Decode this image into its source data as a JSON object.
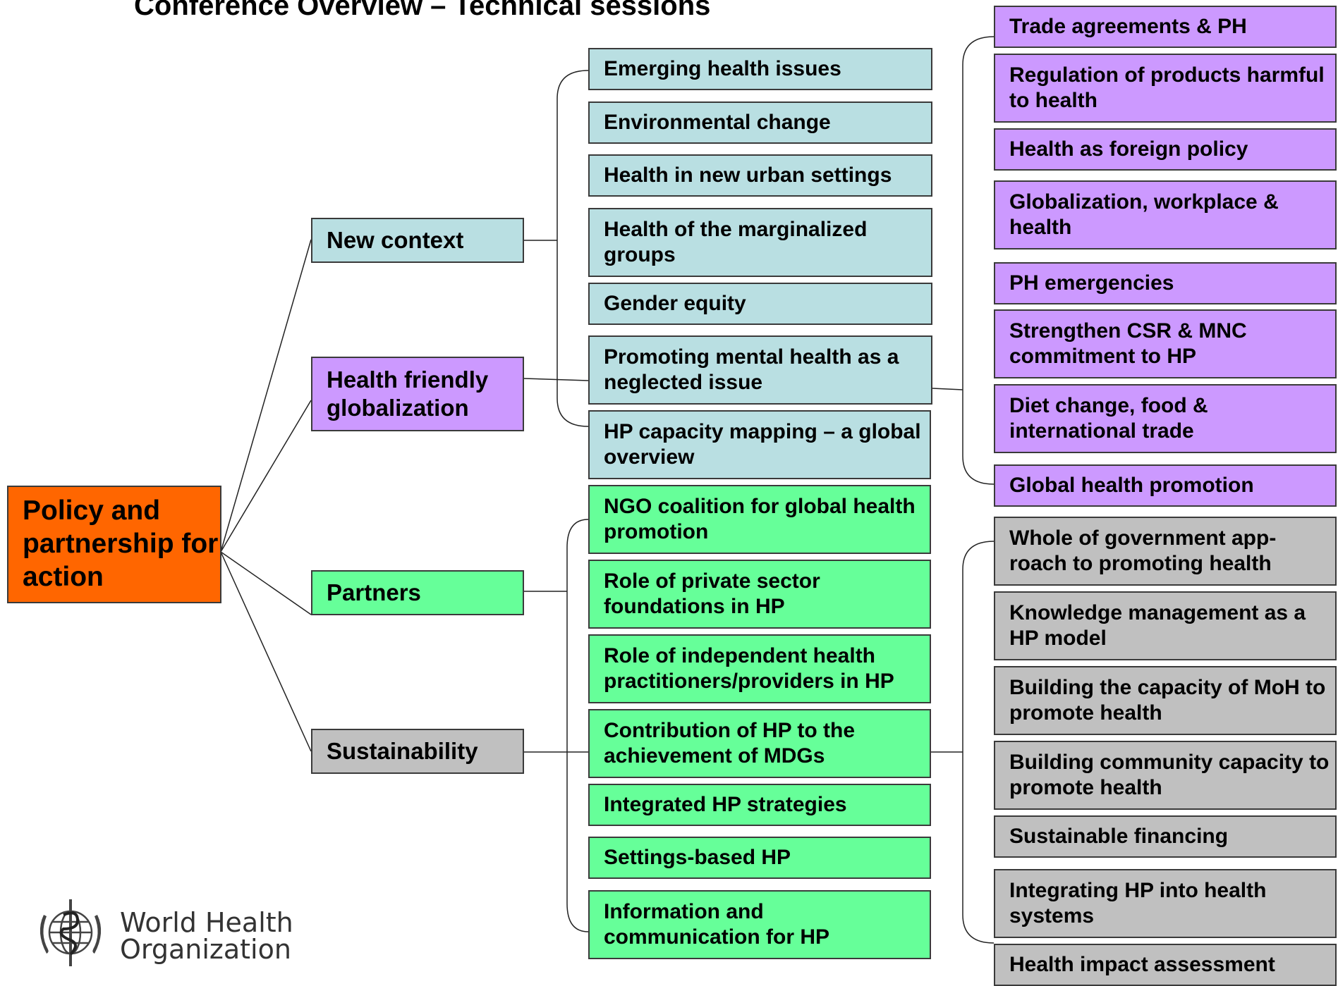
{
  "title": "Conference Overview – Technical sessions",
  "root": "Policy and partnership for action",
  "themes": {
    "new_context": "New context",
    "globalization": "Health friendly globalization",
    "partners": "Partners",
    "sustainability": "Sustainability"
  },
  "new_context_sessions": [
    "Emerging health issues",
    "Environmental change",
    "Health in new urban settings",
    "Health of the marginalized groups",
    "Gender equity",
    "Promoting mental health as a neglected issue",
    "HP capacity mapping – a global overview"
  ],
  "globalization_sessions": [
    "Trade agreements & PH",
    "Regulation of products harmful to health",
    "Health as foreign policy",
    "Globalization, workplace & health",
    "PH emergencies",
    "Strengthen CSR & MNC commitment to HP",
    "Diet change, food & international trade",
    "Global health promotion"
  ],
  "partners_sessions": [
    "NGO coalition for global health promotion",
    "Role of private sector foundations in HP",
    "Role of independent health practitioners/providers in HP",
    "Contribution of HP to the achievement of MDGs",
    "Integrated HP strategies",
    "Settings-based HP",
    "Information and communication for HP"
  ],
  "sustainability_sessions": [
    "Whole of government app-roach to promoting health",
    "Knowledge management as a HP model",
    "Building the capacity of MoH to promote health",
    "Building community capacity to promote health",
    "Sustainable financing",
    "Integrating HP into health systems",
    "Health impact assessment"
  ],
  "logo": {
    "line1": "World Health",
    "line2": "Organization"
  },
  "colors": {
    "orange": "#ff6600",
    "blue": "#b9dfe2",
    "purple": "#cc99ff",
    "green": "#66ff99",
    "gray": "#c0c0c0"
  }
}
